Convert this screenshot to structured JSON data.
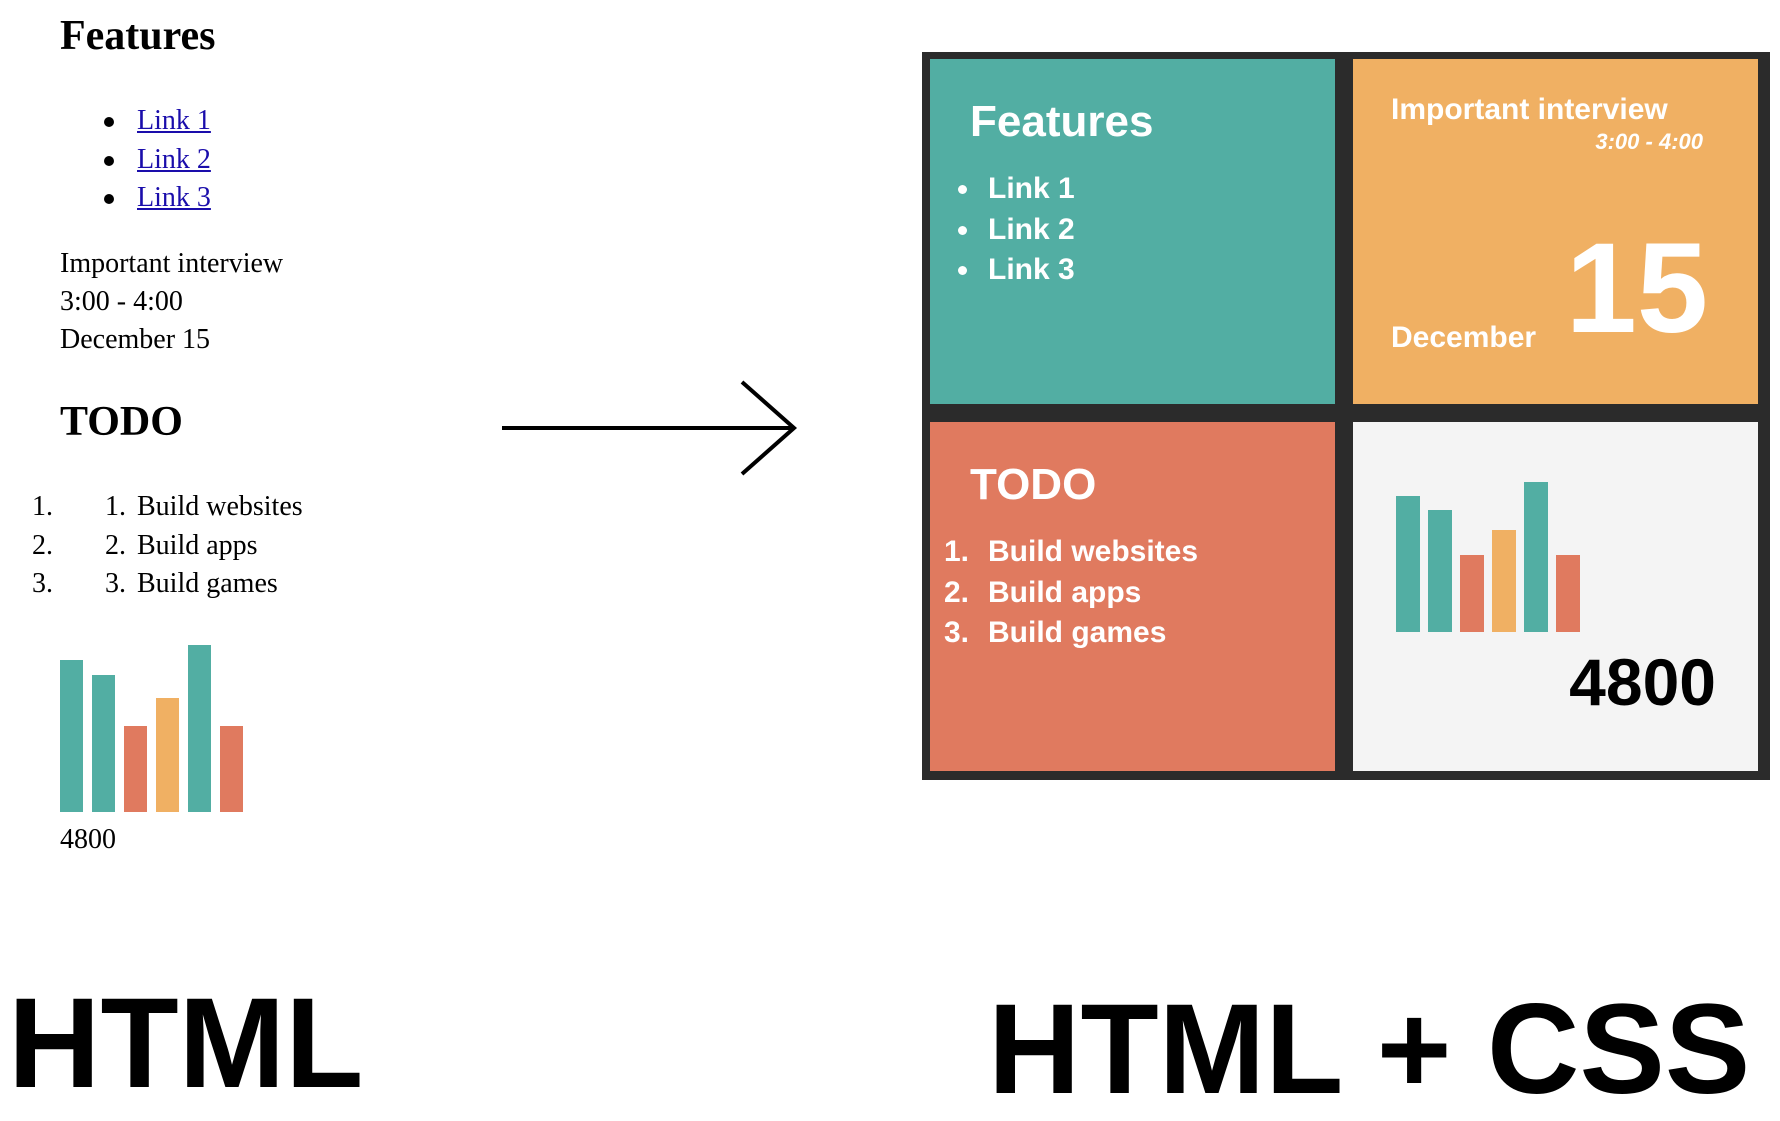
{
  "colors": {
    "teal": "#52aea3",
    "orange": "#f0b063",
    "red": "#e07a5f",
    "dark": "#2b2b2b",
    "light": "#f4f4f4",
    "link": "#1a0dab"
  },
  "plain": {
    "features_title": "Features",
    "links": [
      "Link 1",
      "Link 2",
      "Link 3"
    ],
    "interview_title": "Important interview",
    "interview_time": "3:00 - 4:00",
    "interview_date": "December 15",
    "todo_title": "TODO",
    "todos": [
      "Build websites",
      "Build apps",
      "Build games"
    ],
    "stat_value": "4800"
  },
  "styled": {
    "features_title": "Features",
    "links": [
      "Link 1",
      "Link 2",
      "Link 3"
    ],
    "interview_title": "Important interview",
    "interview_time": "3:00 - 4:00",
    "interview_month": "December",
    "interview_day": "15",
    "todo_title": "TODO",
    "todos": [
      "Build websites",
      "Build apps",
      "Build games"
    ],
    "stat_value": "4800"
  },
  "chart_data": {
    "type": "bar",
    "values": [
      0.8,
      0.72,
      0.45,
      0.6,
      0.88,
      0.45
    ],
    "colors": [
      "#52aea3",
      "#52aea3",
      "#e07a5f",
      "#f0b063",
      "#52aea3",
      "#e07a5f"
    ]
  },
  "captions": {
    "left": "HTML",
    "right": "HTML + CSS"
  },
  "icons": {
    "arrow": "right-arrow-icon"
  }
}
